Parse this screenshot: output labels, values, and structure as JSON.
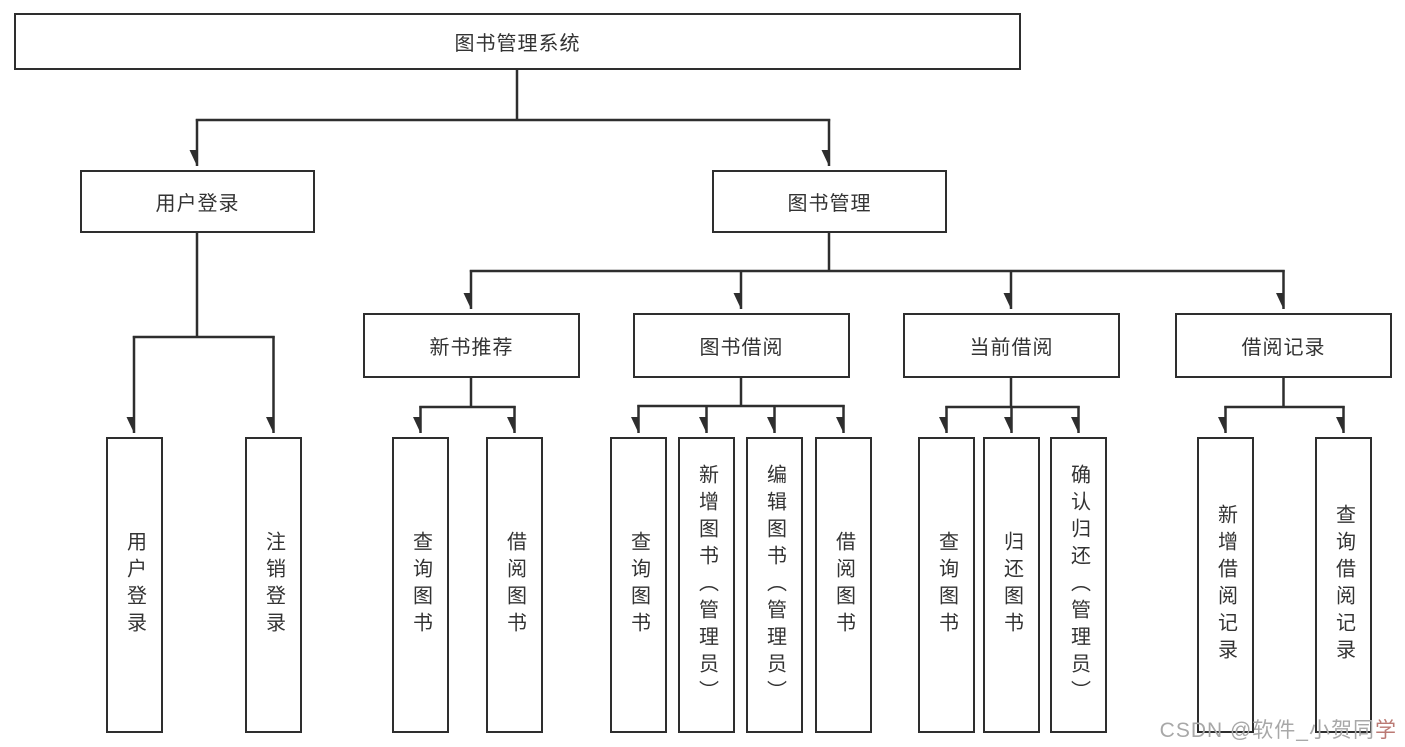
{
  "diagram": {
    "root": {
      "label": "图书管理系统"
    },
    "level2": [
      {
        "label": "用户登录"
      },
      {
        "label": "图书管理"
      }
    ],
    "level3": [
      {
        "label": "新书推荐"
      },
      {
        "label": "图书借阅"
      },
      {
        "label": "当前借阅"
      },
      {
        "label": "借阅记录"
      }
    ],
    "leaves_user_login": [
      "用户登录",
      "注销登录"
    ],
    "leaves_new_book": [
      "查询图书",
      "借阅图书"
    ],
    "leaves_book_borrow": [
      "查询图书",
      "新增图书（管理员）",
      "编辑图书（管理员）",
      "借阅图书"
    ],
    "leaves_current_borrow": [
      "查询图书",
      "归还图书",
      "确认归还（管理员）"
    ],
    "leaves_borrow_record": [
      "新增借阅记录",
      "查询借阅记录"
    ]
  },
  "watermark": {
    "prefix": "CSDN @软件_小贺同",
    "suffix": "学"
  },
  "colors": {
    "line": "#2e2e2e",
    "box_border": "#2e2e2e",
    "text": "#333333",
    "background": "#ffffff",
    "watermark": "#a8a8a8",
    "watermark_accent": "#bb7a74"
  }
}
